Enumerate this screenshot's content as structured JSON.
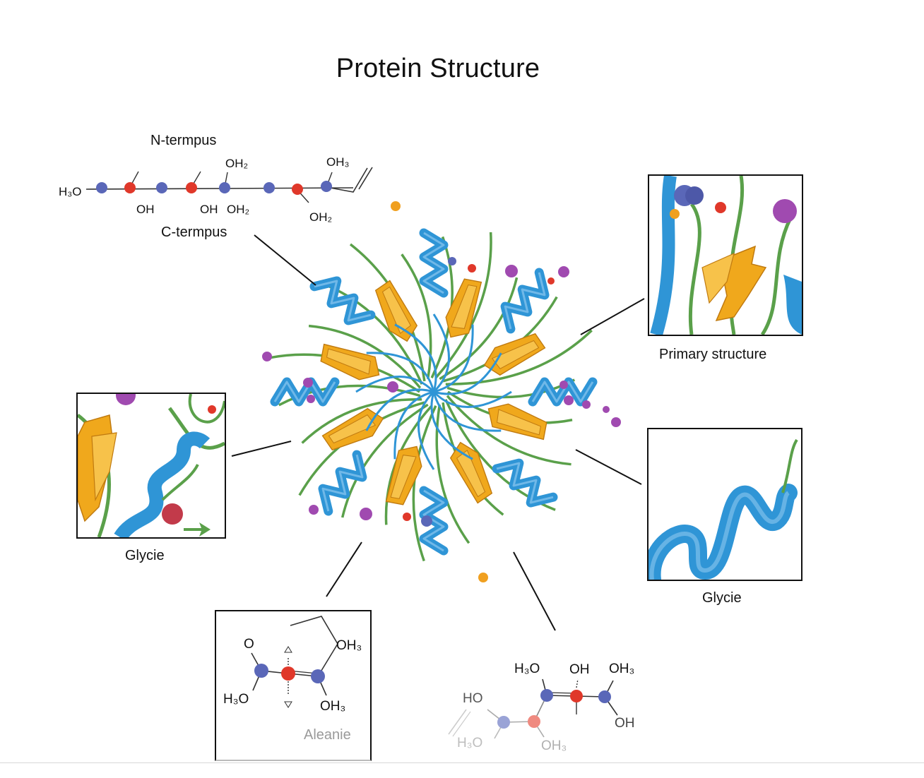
{
  "title": "Protein Structure",
  "labels": {
    "n_terminus": "N-termpus",
    "c_terminus": "C-termpus",
    "primary_structure": "Primary structure",
    "glycie_left": "Glycie",
    "glycie_right": "Glycie",
    "aleanie": "Aleanie"
  },
  "top_chain": {
    "groups": [
      "H₃O",
      "OH",
      "OH₂",
      "OH",
      "OH₂",
      "OH₃",
      "OH₂"
    ]
  },
  "aleanie_molecule": {
    "groups": [
      "O",
      "OH₃",
      "H₃O",
      "OH₃"
    ]
  },
  "bottom_molecule": {
    "groups": [
      "H₃O",
      "OH",
      "OH₃",
      "HO",
      "OH",
      "H₃O",
      "OH₃"
    ]
  },
  "colors": {
    "helix": "#2f95d6",
    "sheet": "#f0a81c",
    "coil": "#5aa04a",
    "atom_blue": "#5a67b8",
    "atom_red": "#e0382a",
    "atom_purple": "#a04ab0",
    "atom_orange": "#f0a020"
  }
}
